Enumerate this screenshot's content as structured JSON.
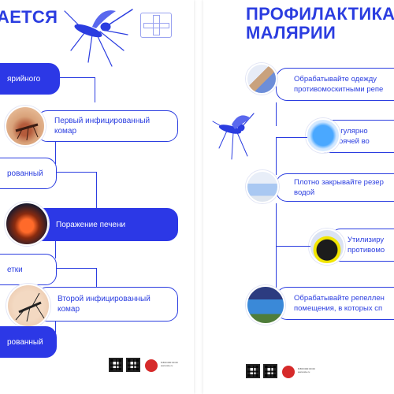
{
  "left": {
    "title_fragment": "АЕТСЯ",
    "steps": [
      {
        "text": "ярийного"
      },
      {
        "text_line1": "Первый инфицированный",
        "text_line2": "комар"
      },
      {
        "text": "рованный"
      },
      {
        "text": "Поражение печени"
      },
      {
        "text": "етки"
      },
      {
        "text_line1": "Второй инфицированный",
        "text_line2": "комар"
      },
      {
        "text": "рованный"
      }
    ],
    "icons": [
      "mosquito-icon",
      "hospital-logo-icon",
      "qr-code-icon",
      "brand-logo-icon"
    ]
  },
  "right": {
    "title_line1": "ПРОФИЛАКТИКА",
    "title_line2": "МАЛЯРИИ",
    "items": [
      {
        "line1": "Обрабатывайте одежду",
        "line2": "противомоскитными репе"
      },
      {
        "line1": "Регулярно",
        "line2": "стоячей во"
      },
      {
        "line1": "Плотно закрывайте резер",
        "line2": "водой"
      },
      {
        "line1": "Утилизиру",
        "line2": "противомо"
      },
      {
        "line1": "Обрабатывайте репеллен",
        "line2": "помещения, в которых сп"
      }
    ]
  },
  "colors": {
    "accent": "#2b3de0",
    "filled": "#2c38e6",
    "red": "#d62a2a"
  }
}
